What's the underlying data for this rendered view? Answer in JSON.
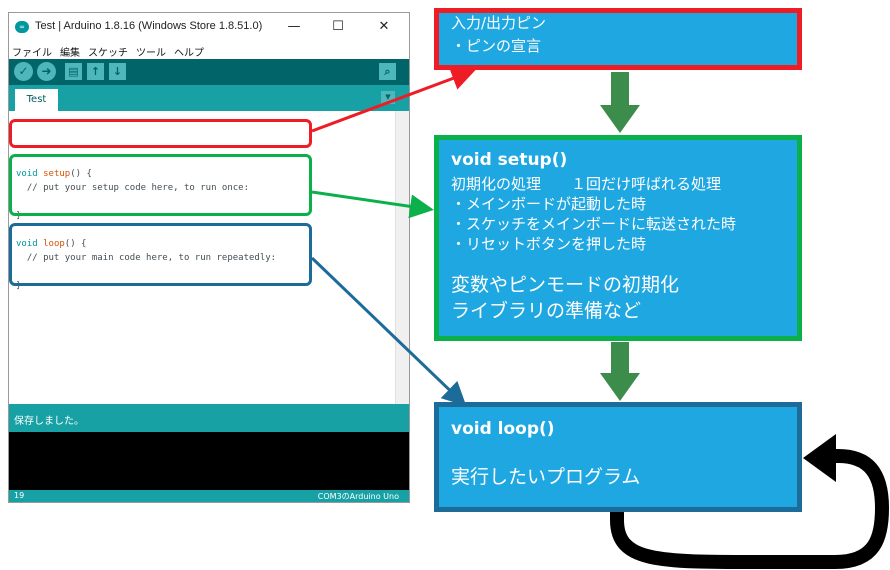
{
  "ide": {
    "window_title": "Test | Arduino 1.8.16 (Windows Store 1.8.51.0)",
    "logo_text": "∞",
    "window_controls": {
      "minimize": "—",
      "maximize": "☐",
      "close": "✕"
    },
    "menu": [
      "ファイル",
      "編集",
      "スケッチ",
      "ツール",
      "ヘルプ"
    ],
    "toolbar": {
      "verify": "✓",
      "upload": "➜",
      "new": "▤",
      "open": "↑",
      "save": "↓",
      "serial_monitor": "⌕"
    },
    "tab_label": "Test",
    "tab_menu": "▼",
    "code": {
      "setup_keyword": "void",
      "setup_name": "setup",
      "setup_open": "() {",
      "setup_comment": "  // put your setup code here, to run once:",
      "close_brace": "}",
      "loop_keyword": "void",
      "loop_name": "loop",
      "loop_open": "() {",
      "loop_comment": "  // put your main code here, to run repeatedly:"
    },
    "status_message": "保存しました。",
    "line_number": "19",
    "board_port": "COM3のArduino Uno"
  },
  "colors": {
    "pins_border": "#ee1c25",
    "setup_border": "#0cb04a",
    "loop_border": "#1d6b98",
    "box_fill": "#1fa7e1",
    "flow_arrow": "#3c8c4c",
    "loop_arrow": "#000000",
    "ide_teal_dark": "#006468",
    "ide_teal": "#17a1a5"
  },
  "boxes": {
    "pins": {
      "title": "入力/出力ピン",
      "lines": [
        "・ピンの宣言"
      ]
    },
    "setup": {
      "title": "void setup()",
      "subtitle": "初期化の処理　　１回だけ呼ばれる処理",
      "lines": [
        "・メインボードが起動した時",
        "・スケッチをメインボードに転送された時",
        "・リセットボタンを押した時"
      ],
      "extra": [
        "変数やピンモードの初期化",
        "ライブラリの準備など"
      ]
    },
    "loop": {
      "title": "void loop()",
      "body": "実行したいプログラム"
    }
  }
}
